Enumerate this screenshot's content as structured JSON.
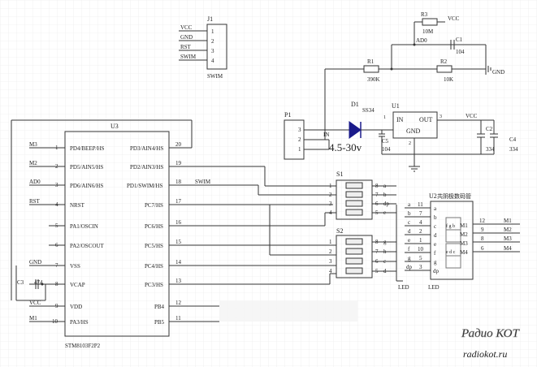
{
  "j1": {
    "ref": "J1",
    "name": "SWIM",
    "signals": [
      "VCC",
      "GND",
      "RST",
      "SWIM"
    ],
    "pins": [
      "1",
      "2",
      "3",
      "4"
    ]
  },
  "r3": {
    "ref": "R3",
    "value": "10M",
    "net": "VCC"
  },
  "net_ad0": "AD0",
  "c1": {
    "ref": "C1",
    "value": "104"
  },
  "r1": {
    "ref": "R1",
    "value": "390K"
  },
  "r2": {
    "ref": "R2",
    "value": "10K"
  },
  "gnd_label": "GND",
  "p1": {
    "ref": "P1",
    "pins": [
      "3",
      "2",
      "1"
    ]
  },
  "in_label": "IN",
  "supply_range": "4.5-30v",
  "d1": {
    "ref": "D1",
    "value": "SS34"
  },
  "u1": {
    "ref": "U1",
    "in_label": "IN",
    "out_label": "OUT",
    "gnd_label": "GND",
    "pins": {
      "in": "1",
      "out": "3",
      "gnd": "2"
    }
  },
  "c5": {
    "ref": "C5",
    "value": "104"
  },
  "vcc_label": "VCC",
  "c2": {
    "ref": "C2",
    "value": "334"
  },
  "c4": {
    "ref": "C4",
    "value": "334"
  },
  "u3": {
    "ref": "U3",
    "part": "STM8103F2P2",
    "left_pins": [
      {
        "num": "1",
        "name": "PD4/BEEP/HS",
        "net": "M3"
      },
      {
        "num": "2",
        "name": "PD5/AIN5/HS",
        "net": "M2"
      },
      {
        "num": "3",
        "name": "PD6/AIN6/HS",
        "net": "AD0"
      },
      {
        "num": "4",
        "name": "NRST",
        "net": "RST"
      },
      {
        "num": "5",
        "name": "PA1/OSCIN",
        "net": ""
      },
      {
        "num": "6",
        "name": "PA2/OSCOUT",
        "net": ""
      },
      {
        "num": "7",
        "name": "VSS",
        "net": "GND"
      },
      {
        "num": "8",
        "name": "VCAP",
        "net": ""
      },
      {
        "num": "9",
        "name": "VDD",
        "net": "VCC"
      },
      {
        "num": "10",
        "name": "PA3/HS",
        "net": "M1"
      }
    ],
    "right_pins": [
      {
        "num": "20",
        "name": "PD3/AIN4/HS"
      },
      {
        "num": "19",
        "name": "PD2/AIN3/HS"
      },
      {
        "num": "18",
        "name": "PD1/SWIM/HS"
      },
      {
        "num": "17",
        "name": "PC7/HS"
      },
      {
        "num": "16",
        "name": "PC6/HS"
      },
      {
        "num": "15",
        "name": "PC5/HS"
      },
      {
        "num": "14",
        "name": "PC4/HS"
      },
      {
        "num": "13",
        "name": "PC3/HS"
      },
      {
        "num": "12",
        "name": "PB4"
      },
      {
        "num": "11",
        "name": "PB5"
      }
    ]
  },
  "swim_net": "SWIM",
  "c3": {
    "ref": "C3",
    "value": "474"
  },
  "s1": {
    "ref": "S1",
    "left": [
      "1",
      "2",
      "3",
      "4"
    ],
    "right": [
      "8",
      "7",
      "6",
      "5"
    ],
    "labels": [
      "a",
      "b",
      "dp",
      "e"
    ]
  },
  "s2": {
    "ref": "S2",
    "left": [
      "1",
      "2",
      "3",
      "4"
    ],
    "right": [
      "8",
      "7",
      "6",
      "5"
    ],
    "labels": [
      "g",
      "h",
      "c",
      "d"
    ]
  },
  "u2": {
    "ref": "U2",
    "title": "共阴极数码管",
    "left": [
      {
        "seg": "a",
        "pin": "11"
      },
      {
        "seg": "b",
        "pin": "7"
      },
      {
        "seg": "c",
        "pin": "4"
      },
      {
        "seg": "d",
        "pin": "2"
      },
      {
        "seg": "e",
        "pin": "1"
      },
      {
        "seg": "f",
        "pin": "10"
      },
      {
        "seg": "g",
        "pin": "5"
      },
      {
        "seg": "dp",
        "pin": "3"
      }
    ],
    "right": [
      {
        "pin": "12",
        "net": "M1"
      },
      {
        "pin": "9",
        "net": "M2"
      },
      {
        "pin": "8",
        "net": "M3"
      },
      {
        "pin": "6",
        "net": "M4"
      }
    ],
    "inner_left": [
      "a",
      "b",
      "c",
      "d",
      "e",
      "f",
      "g",
      "dp"
    ],
    "inner_glyph": [
      "f g b",
      "e d c"
    ],
    "inner_right": [
      "M1",
      "M2",
      "M3",
      "M4"
    ],
    "name": "LED"
  },
  "led_label": "LED",
  "watermark": {
    "line1": "Радио КОТ",
    "line2": "radiokot.ru"
  }
}
